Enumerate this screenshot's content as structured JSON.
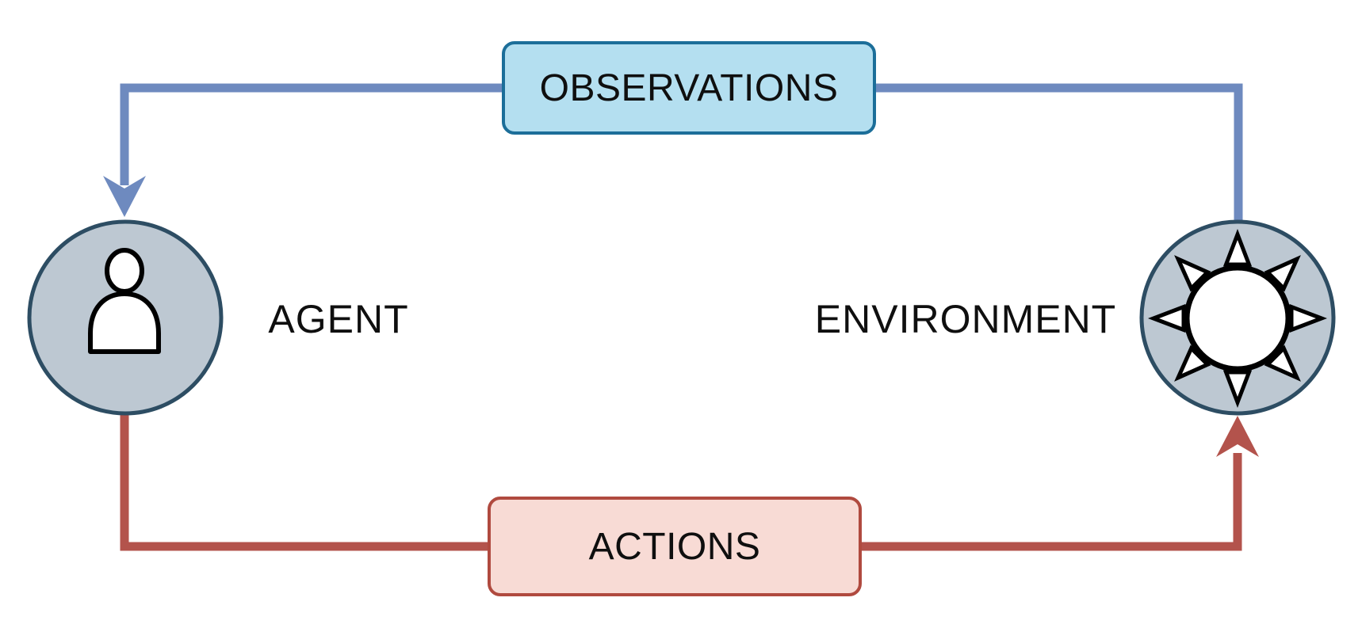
{
  "nodes": {
    "agent": {
      "label": "AGENT",
      "icon": "person-icon"
    },
    "environment": {
      "label": "ENVIRONMENT",
      "icon": "sun-icon"
    }
  },
  "flows": {
    "observations": {
      "label": "OBSERVATIONS"
    },
    "actions": {
      "label": "ACTIONS"
    }
  },
  "colors": {
    "observations_arrow": "#6E8ABF",
    "observations_box_fill": "#B4DFF0",
    "observations_box_border": "#1C6E99",
    "actions_arrow": "#B3534C",
    "actions_box_fill": "#F8DBD5",
    "actions_box_border": "#B04A3F",
    "node_circle_fill": "#BDC8D2",
    "node_circle_border": "#2D4D63",
    "icon_stroke": "#000000",
    "icon_fill": "#FFFFFF",
    "label_text": "#0F0F0F",
    "background": "#FFFFFF"
  }
}
